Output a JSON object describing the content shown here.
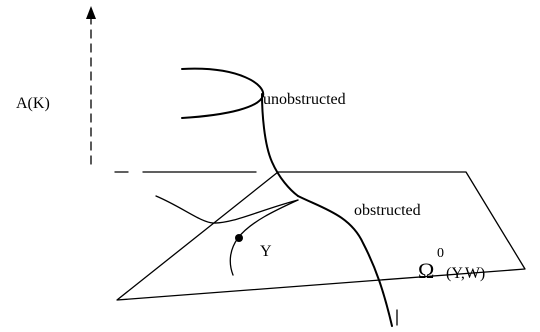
{
  "figure": {
    "axis_label": "A(K)",
    "labels": {
      "unobstructed": "unobstructed",
      "obstructed": "obstructed",
      "point": "Y",
      "omega_symbol": "Ω",
      "omega_superscript": "0",
      "omega_args": "(Y,W)"
    },
    "colors": {
      "ink": "#000000",
      "background": "#ffffff"
    }
  }
}
